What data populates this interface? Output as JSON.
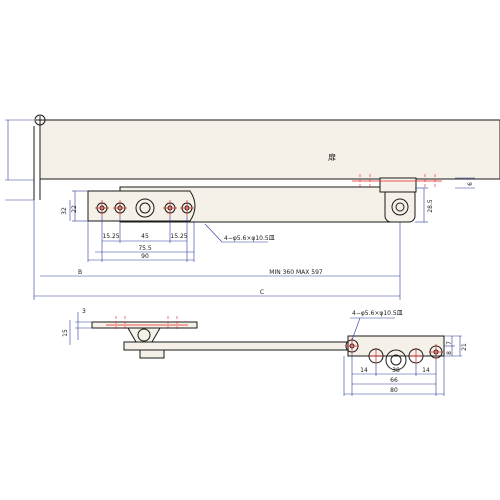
{
  "labels": {
    "door": "扉",
    "min_max": "MIN 360   MAX 597",
    "dim_b": "B",
    "dim_c": "C",
    "hole_note_top": "4−φ5.6×φ10.5皿",
    "hole_note_bottom": "4−φ5.6×φ10.5皿",
    "d_15_25_a": "15.25",
    "d_45": "45",
    "d_15_25_b": "15.25",
    "d_75_5": "75.5",
    "d_90": "90",
    "d_22": "22",
    "d_32": "32",
    "d_28_5": "28.5",
    "d_6": "6",
    "d_3": "3",
    "d_15": "15",
    "d_14_a": "14",
    "d_38": "38",
    "d_14_b": "14",
    "d_66": "66",
    "d_80": "80",
    "d_7": "7",
    "d_8": "8",
    "d_21": "21"
  }
}
